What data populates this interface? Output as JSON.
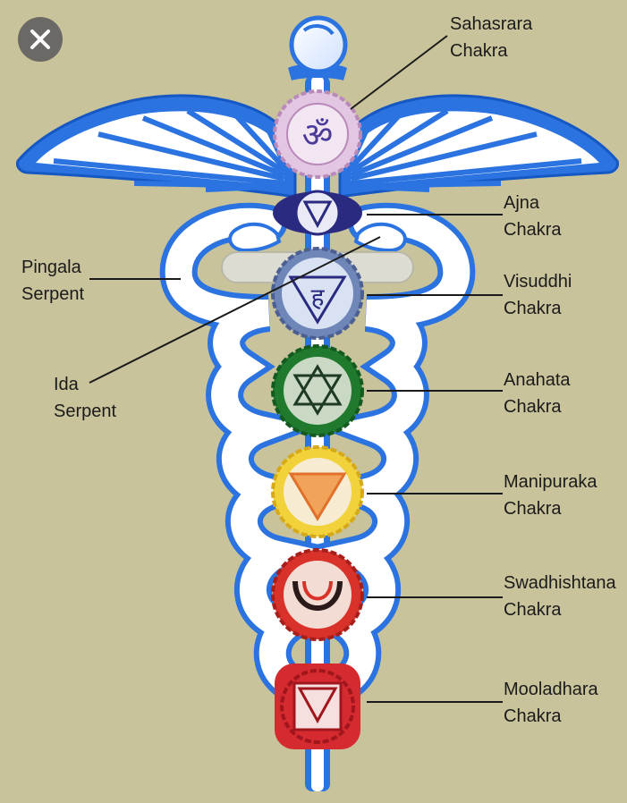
{
  "labels": {
    "sahasrara": [
      "Sahasrara",
      "Chakra"
    ],
    "ajna": [
      "Ajna",
      "Chakra"
    ],
    "visuddhi": [
      "Visuddhi",
      "Chakra"
    ],
    "anahata": [
      "Anahata",
      "Chakra"
    ],
    "manipuraka": [
      "Manipuraka",
      "Chakra"
    ],
    "swadhishtana": [
      "Swadhishtana",
      "Chakra"
    ],
    "mooladhara": [
      "Mooladhara",
      "Chakra"
    ],
    "pingala": [
      "Pingala",
      "Serpent"
    ],
    "ida": [
      "Ida",
      "Serpent"
    ]
  },
  "colors": {
    "background": "#c9c39b",
    "staff_blue": "#1f6fe0",
    "serpent_white": "#ffffff",
    "sahasrara": "#d9b8d9",
    "ajna": "#2a2a80",
    "visuddhi": "#a9b8d6",
    "anahata": "#1f7a2e",
    "manipuraka": "#f2d23a",
    "swadhishtana": "#d8322a",
    "mooladhara": "#d42a30"
  },
  "icons": {
    "close": "close-icon"
  }
}
